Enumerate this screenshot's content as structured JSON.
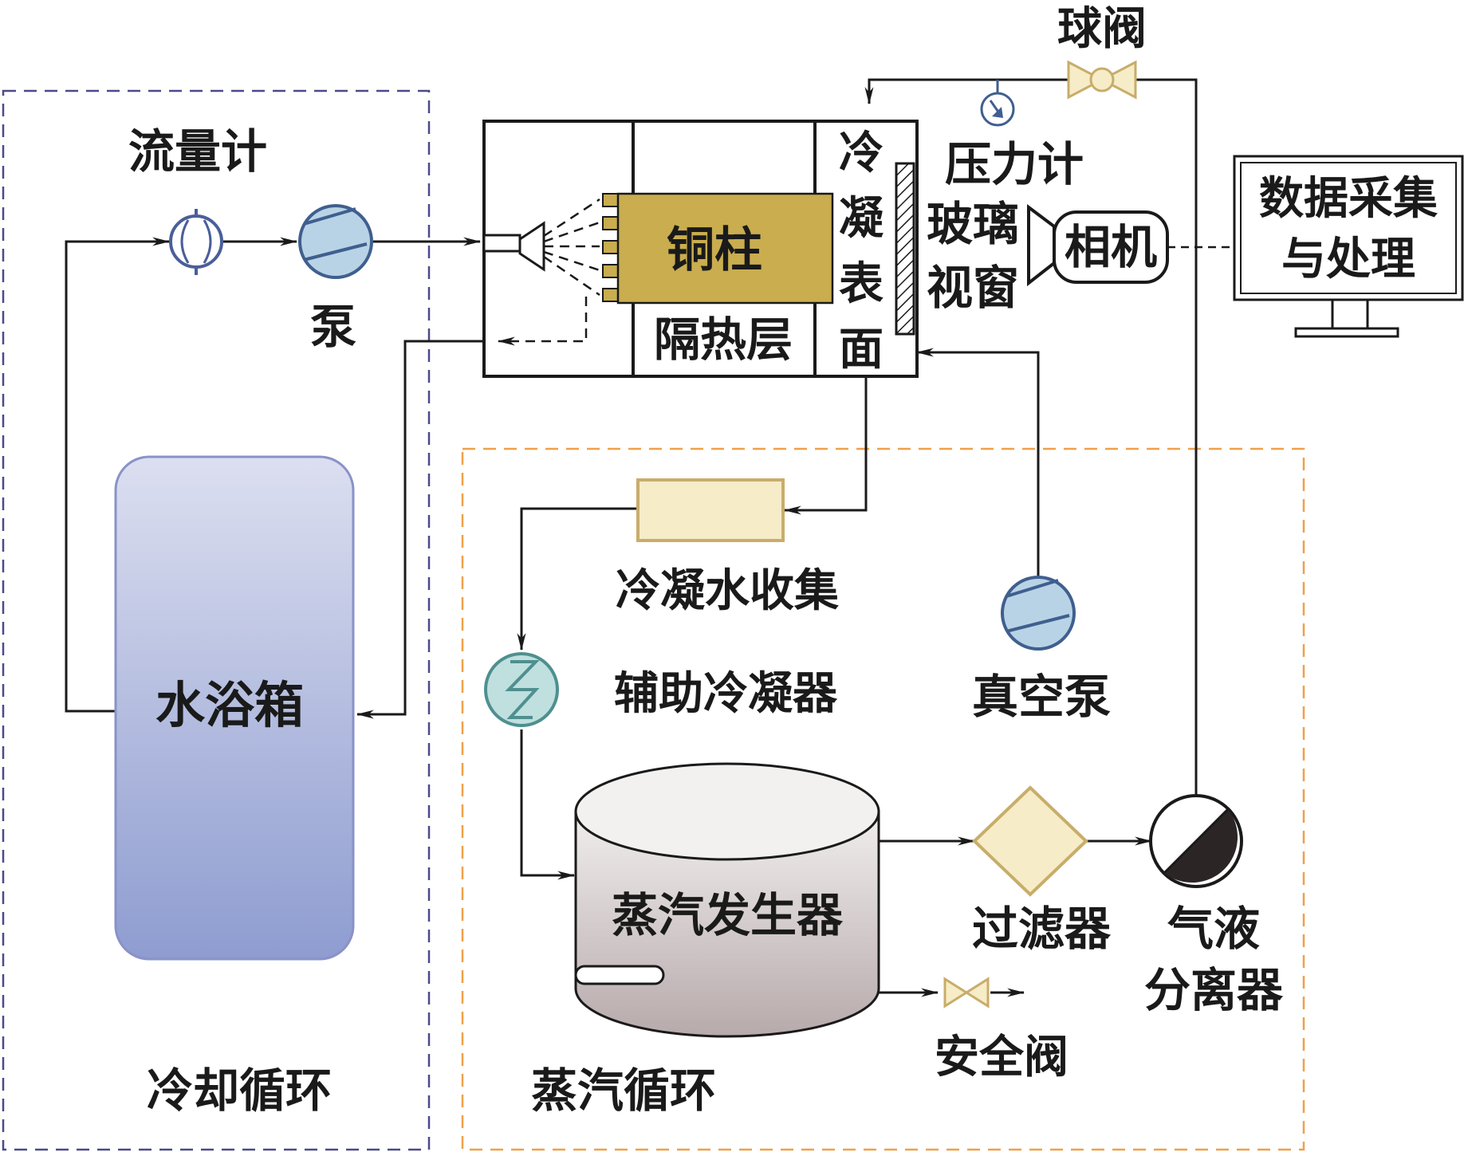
{
  "colors": {
    "cooling_loop_border": "#4a4a8a",
    "steam_loop_border": "#f0a04a",
    "copper": "#c9ad4f",
    "pump_fill": "#b9d3e6",
    "pump_stroke": "#3f5f8f",
    "condenser_fill": "#bfe0df",
    "condenser_stroke": "#4f8f8f",
    "tank_top": "#b6c0e2",
    "tank_bottom": "#8e9cd0",
    "cream": "#f7ecc8",
    "cream_stroke": "#c8ad6a",
    "generator_top": "#f1eeee",
    "generator_bottom": "#b7aaab"
  },
  "labels": {
    "flowmeter": "流量计",
    "pump": "泵",
    "water_bath": "水浴箱",
    "cooling_loop": "冷却循环",
    "copper_column": "铜柱",
    "insulation": "隔热层",
    "condensing_surface": [
      "冷",
      "凝",
      "表",
      "面"
    ],
    "ball_valve": "球阀",
    "pressure_gauge": "压力计",
    "glass_window": [
      "玻璃",
      "视窗"
    ],
    "camera": "相机",
    "daq": [
      "数据采集",
      "与处理"
    ],
    "condensate_collection": "冷凝水收集",
    "aux_condenser": "辅助冷凝器",
    "vacuum_pump": "真空泵",
    "steam_generator": "蒸汽发生器",
    "filter": "过滤器",
    "gas_liquid_separator": [
      "气液",
      "分离器"
    ],
    "safety_valve": "安全阀",
    "steam_loop": "蒸汽循环"
  },
  "icons": {
    "flowmeter": "flowmeter-icon",
    "pump": "pump-icon",
    "vacuum_pump": "pump-icon",
    "ball_valve": "ball-valve-icon",
    "pressure_gauge": "pressure-gauge-icon",
    "aux_condenser": "heat-exchanger-icon",
    "filter": "filter-diamond-icon",
    "separator": "gas-liquid-separator-icon",
    "safety_valve": "valve-icon",
    "camera": "camera-icon",
    "monitor": "monitor-icon",
    "nozzle": "spray-nozzle-icon"
  }
}
